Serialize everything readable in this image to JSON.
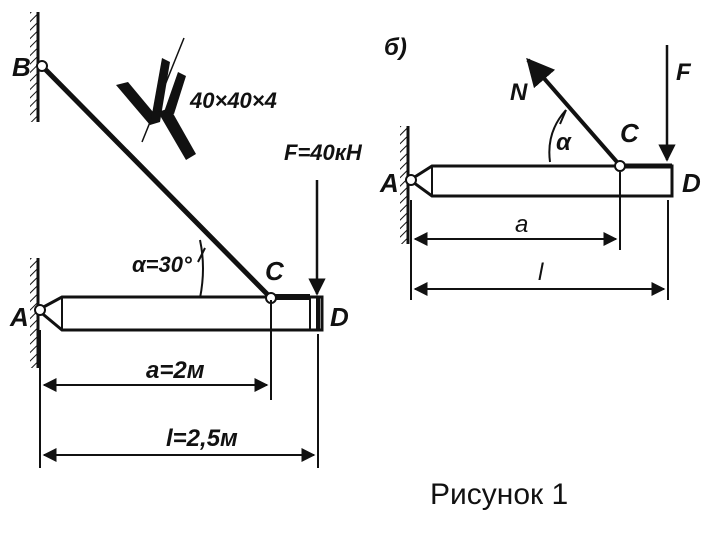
{
  "fig_left": {
    "points": {
      "A": "A",
      "B": "B",
      "C": "C",
      "D": "D"
    },
    "profile": "40×40×4",
    "force": "F=40кН",
    "angle": "α=30°",
    "dim_a": "a=2м",
    "dim_l": "l=2,5м"
  },
  "fig_right": {
    "tag": "б)",
    "points": {
      "A": "A",
      "C": "C",
      "D": "D"
    },
    "force": "F",
    "reaction": "N",
    "angle": "α",
    "dim_a": "a",
    "dim_l": "l"
  },
  "caption": "Рисунок 1"
}
